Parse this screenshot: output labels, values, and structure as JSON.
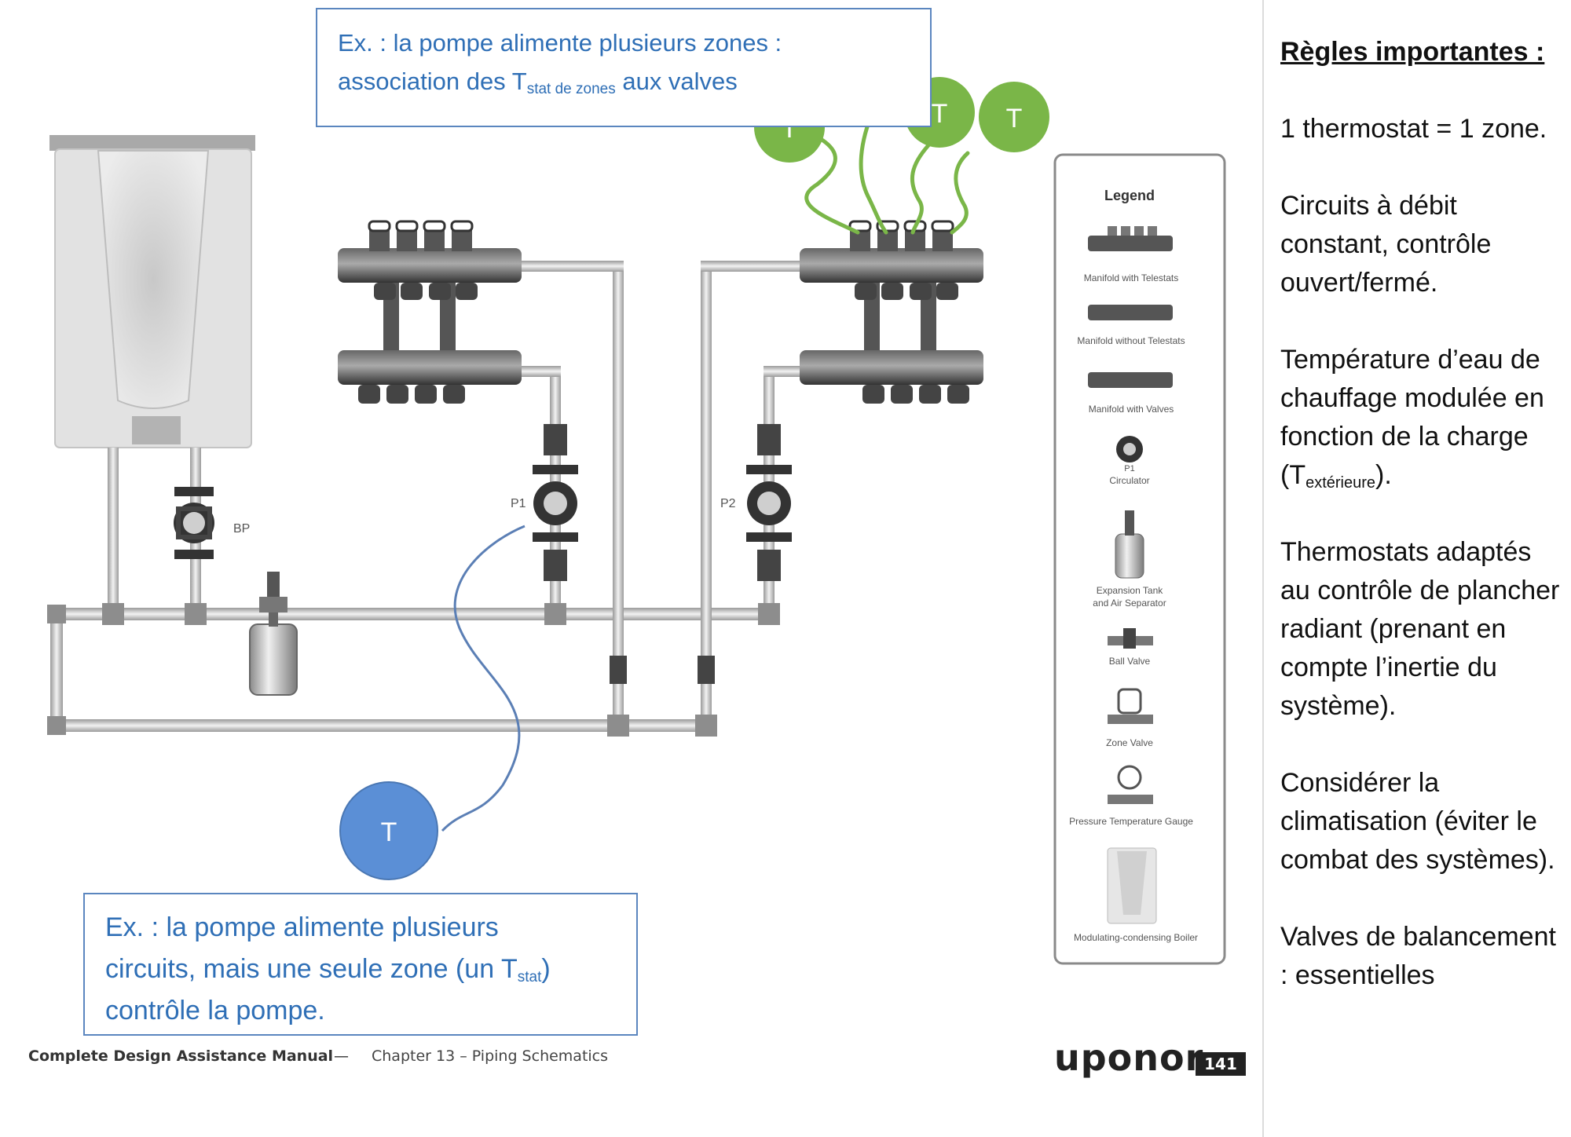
{
  "callout_top": {
    "line1": "Ex. : la pompe alimente plusieurs zones :",
    "line2_pre": "association des T",
    "line2_sub": "stat de zones",
    "line2_post": " aux valves"
  },
  "callout_bottom": {
    "line1": "Ex. : la pompe alimente plusieurs",
    "line2_pre": "circuits, mais une seule zone (un T",
    "line2_sub": "stat",
    "line2_post": ")",
    "line3": "contrôle la pompe."
  },
  "thermostat_label": "T",
  "pump_labels": {
    "bp": "BP",
    "p1": "P1",
    "p2": "P2"
  },
  "legend": {
    "title": "Legend",
    "items": [
      "Manifold with Telestats",
      "Manifold without Telestats",
      "Manifold with Valves",
      "P1",
      "Circulator",
      "Expansion Tank",
      "and Air Separator",
      "Ball Valve",
      "Zone Valve",
      "Pressure Temperature Gauge",
      "Modulating-condensing Boiler"
    ]
  },
  "rules": {
    "title": "Règles importantes :",
    "r1": "1 thermostat = 1 zone.",
    "r2": "Circuits à débit constant, contrôle ouvert/fermé.",
    "r3_pre": "Température d’eau de chauffage modulée en fonction de la charge (T",
    "r3_sub": "extérieure",
    "r3_post": ").",
    "r4": "Thermostats adaptés au contrôle de plancher radiant (prenant en compte l’inertie du système).",
    "r5": "Considérer la climatisation (éviter le combat des systèmes).",
    "r6": "Valves de balancement : essentielles"
  },
  "footer": {
    "manual": "Complete Design Assistance Manual",
    "separator": "—",
    "chapter": "Chapter 13 – Piping Schematics",
    "brand": "uponor",
    "page": "141"
  },
  "colors": {
    "green_thermostat": "#7ab648",
    "blue_thermostat": "#5b8fd6",
    "callout_text": "#2f6fb6",
    "callout_border": "#5b86bf",
    "pipe": "#b8b8b8"
  }
}
